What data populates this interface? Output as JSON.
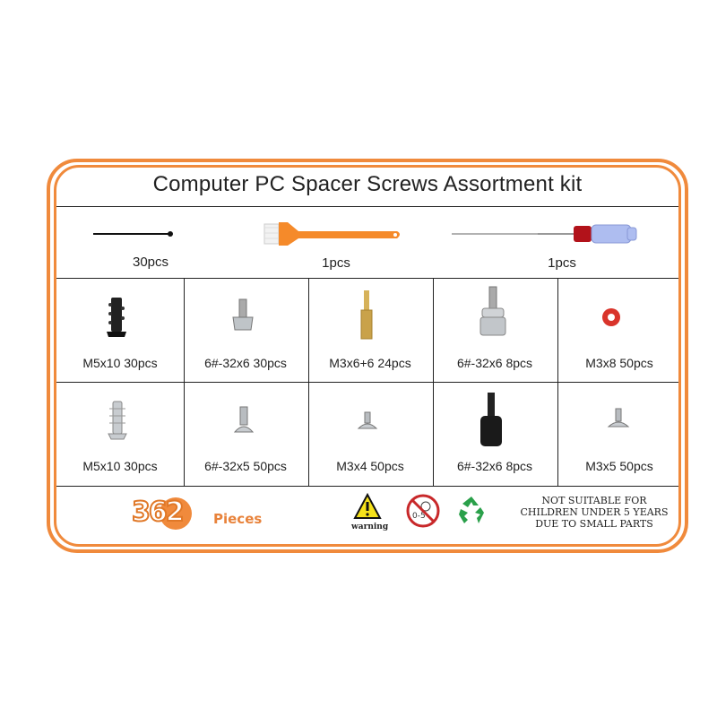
{
  "title": "Computer PC Spacer Screws Assortment kit",
  "tools": [
    {
      "name": "cable tie",
      "qty": "30pcs"
    },
    {
      "name": "cleaning brush",
      "qty": "1pcs"
    },
    {
      "name": "screwdriver",
      "qty": "1pcs"
    }
  ],
  "grid": {
    "row1": [
      {
        "item": "black fan screw",
        "label": "M5x10 30pcs"
      },
      {
        "item": "silver hex screw",
        "label": "6#-32x6 30pcs"
      },
      {
        "item": "brass standoff",
        "label": "M3x6+6 24pcs"
      },
      {
        "item": "silver thumb screw",
        "label": "6#-32x6 8pcs"
      },
      {
        "item": "red fiber washer",
        "label": "M3x8 50pcs"
      }
    ],
    "row2": [
      {
        "item": "silver fan screw",
        "label": "M5x10 30pcs"
      },
      {
        "item": "pan head screw",
        "label": "6#-32x5 50pcs"
      },
      {
        "item": "flat head screw",
        "label": "M3x4 50pcs"
      },
      {
        "item": "black thumb screw",
        "label": "6#-32x6 8pcs"
      },
      {
        "item": "flat head screw",
        "label": "M3x5 50pcs"
      }
    ]
  },
  "footer": {
    "count": "362",
    "count_suffix": "Pieces",
    "warning_label": "warning",
    "age_label": "0-5",
    "notice_lines": [
      "NOT SUITABLE FOR",
      "CHILDREN UNDER 5 YEARS",
      "DUE TO SMALL PARTS"
    ]
  },
  "colors": {
    "accent": "#f08a3c",
    "washer": "#d9342b",
    "brass": "#c9a24a",
    "recycle": "#2aa04a"
  }
}
